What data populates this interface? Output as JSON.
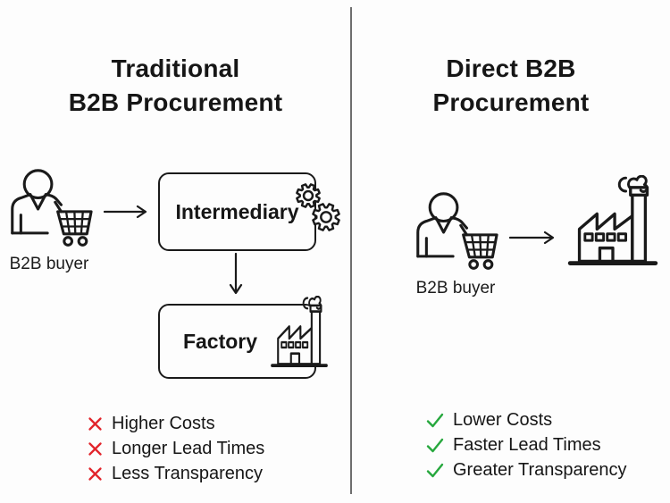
{
  "left_panel": {
    "title_line1": "Traditional",
    "title_line2": "B2B Procurement",
    "buyer_label": "B2B buyer",
    "intermediary_label": "Intermediary",
    "factory_label": "Factory",
    "drawbacks": [
      {
        "icon": "x-mark-icon",
        "label": "Higher Costs"
      },
      {
        "icon": "x-mark-icon",
        "label": "Longer Lead Times"
      },
      {
        "icon": "x-mark-icon",
        "label": "Less Transparency"
      }
    ]
  },
  "right_panel": {
    "title_line1": "Direct B2B",
    "title_line2": "Procurement",
    "buyer_label": "B2B buyer",
    "benefits": [
      {
        "icon": "check-icon",
        "label": "Lower Costs"
      },
      {
        "icon": "check-icon",
        "label": "Faster Lead Times"
      },
      {
        "icon": "check-icon",
        "label": "Greater Transparency"
      }
    ]
  },
  "icons": {
    "buyer": "person-with-cart-icon",
    "factory": "factory-icon",
    "gears": "gears-icon",
    "arrow_right": "arrow-right-icon",
    "arrow_down": "arrow-down-icon",
    "negative": "x-mark-icon",
    "positive": "check-icon"
  },
  "colors": {
    "background": "#fdfdfd",
    "ink": "#1a1a1a",
    "divider": "#6e6e6e",
    "negative_red": "#e2242b",
    "positive_green": "#27a83e"
  }
}
